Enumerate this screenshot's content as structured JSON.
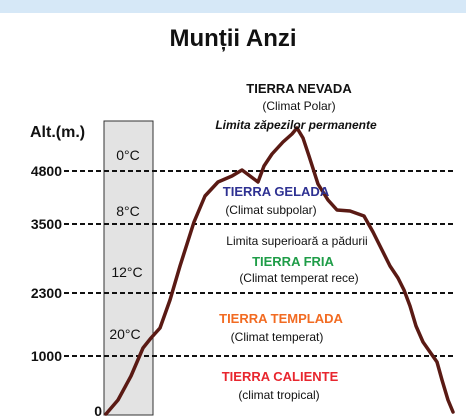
{
  "title": "Munții Anzi",
  "axis": {
    "label": "Alt.(m.)",
    "ticks": [
      "4800",
      "3500",
      "2300",
      "1000",
      "0"
    ]
  },
  "temperatures": [
    "0°C",
    "8°C",
    "12°C",
    "20°C"
  ],
  "zones": {
    "nevada": {
      "name": "TIERRA NEVADA",
      "climate": "(Climat Polar)",
      "note": "Limita zăpezilor permanente"
    },
    "gelada": {
      "name": "TIERRA GELADA",
      "climate": "(Climat subpolar)",
      "note": "Limita superioară a pădurii"
    },
    "fria": {
      "name": "TIERRA FRIA",
      "climate": "(Climat temperat rece)"
    },
    "templada": {
      "name": "TIERRA TEMPLADA",
      "climate": "(Climat temperat)"
    },
    "caliente": {
      "name": "TIERRA CALIENTE",
      "climate": "(climat tropical)"
    }
  },
  "colors": {
    "header_band": "#d6e8f7",
    "thermometer_bar": "#e3e3e3",
    "mountain_outline": "#5a1a14",
    "nevada": "#111111",
    "gelada": "#2e3192",
    "fria": "#1f9d48",
    "templada": "#f26b22",
    "caliente": "#e8262e"
  }
}
